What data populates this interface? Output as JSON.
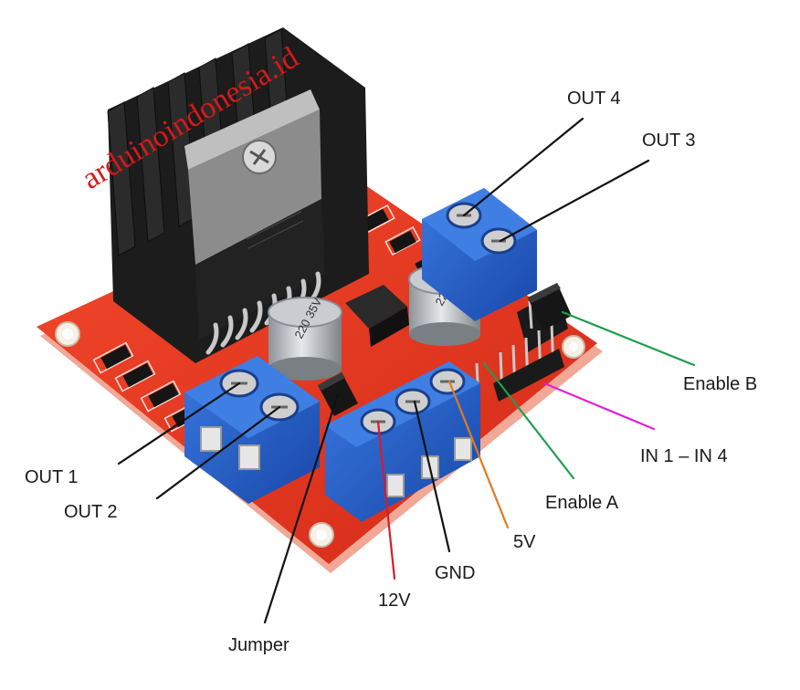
{
  "watermark": "arduinoindonesia.id",
  "labels": {
    "out4": "OUT 4",
    "out3": "OUT 3",
    "enable_b": "Enable B",
    "in1_in4": "IN 1 – IN 4",
    "enable_a": "Enable A",
    "out1": "OUT 1",
    "out2": "OUT 2",
    "v5": "5V",
    "gnd": "GND",
    "v12": "12V",
    "jumper": "Jumper"
  },
  "capacitor_marking": "220 35V",
  "colors": {
    "pcb": "#e8351f",
    "terminal": "#1f5cc4",
    "heatsink": "#1c1c1c",
    "line_black": "#111111",
    "line_red": "#d81b2a",
    "line_orange": "#e07a1f",
    "line_green": "#1f9d4a",
    "line_magenta": "#e020d8",
    "watermark": "#d41a1a"
  }
}
